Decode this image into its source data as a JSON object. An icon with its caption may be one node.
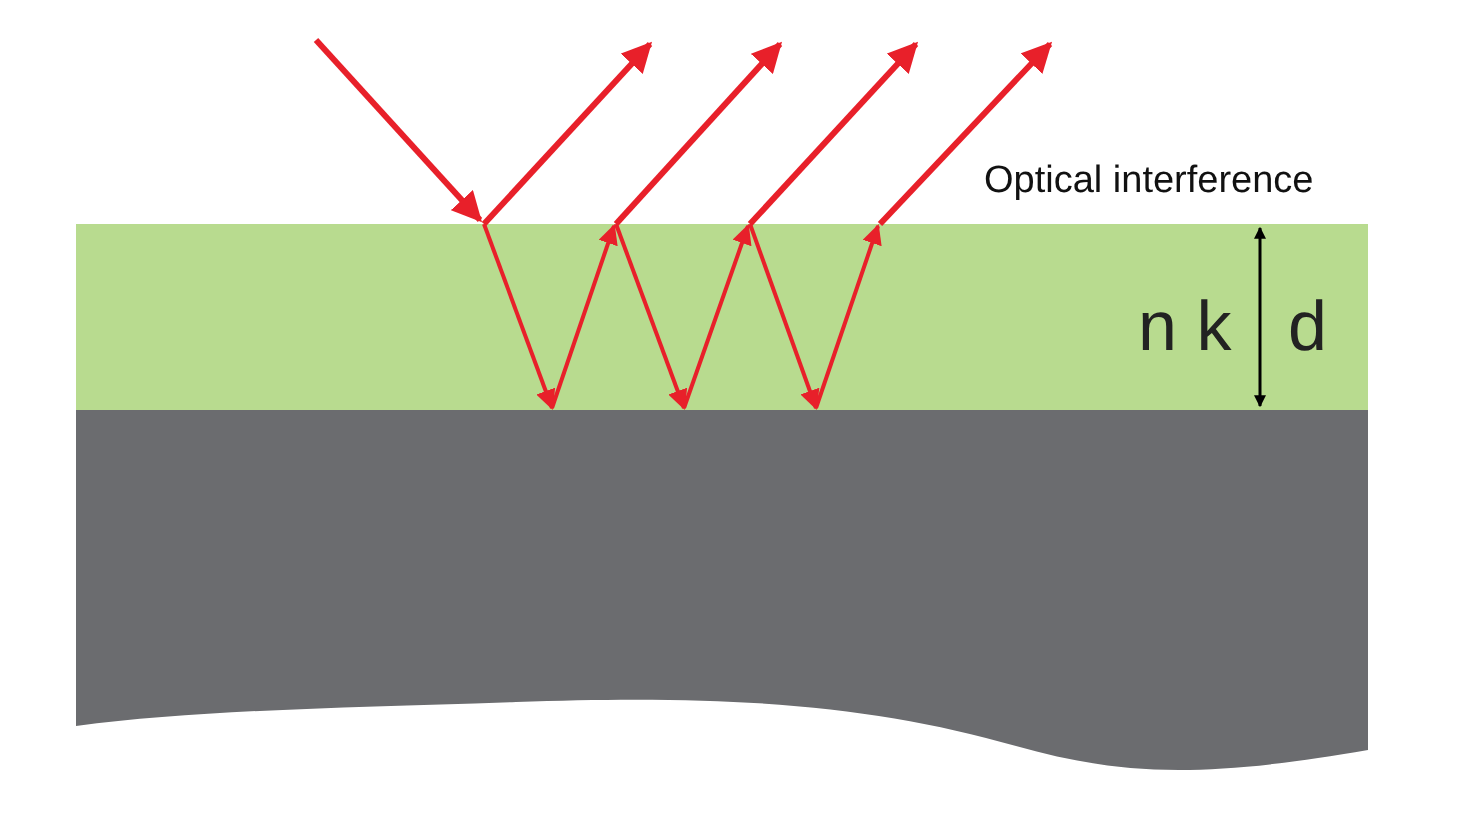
{
  "diagram": {
    "nodes": [
      {
        "text": [
          "n k",
          "d"
        ]
      },
      {
        "text": [],
        "shape": "box"
      }
    ],
    "labels": [
      "Optical interference"
    ]
  }
}
